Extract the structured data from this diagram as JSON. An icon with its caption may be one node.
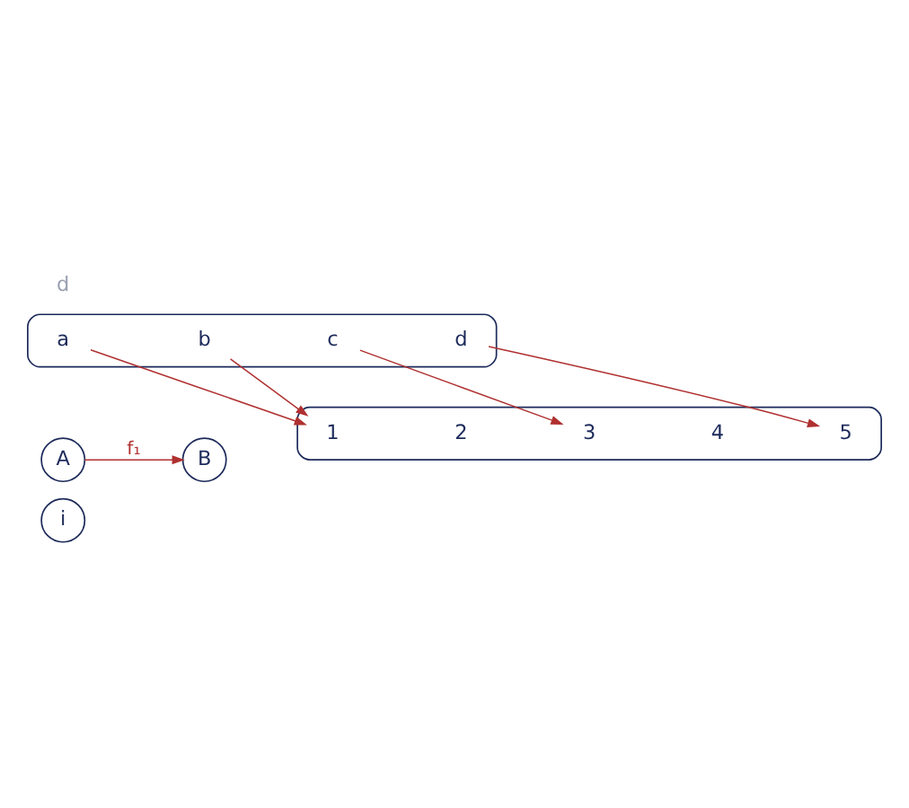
{
  "diagram": {
    "nodes": [
      {
        "text": [
          "i"
        ]
      },
      {
        "text": [
          "A"
        ]
      },
      {
        "text": [
          "B"
        ]
      },
      {
        "text": [],
        "shape": "ellipse"
      },
      {
        "text": [
          "a"
        ],
        "in": 3
      },
      {
        "text": [
          "b"
        ],
        "in": 3
      },
      {
        "text": [
          "c"
        ],
        "in": 3
      },
      {
        "text": [
          "d"
        ],
        "in": 3
      },
      {
        "text": [],
        "shape": "ellipse"
      },
      {
        "text": [
          "1"
        ],
        "in": 8
      },
      {
        "text": [
          "2"
        ],
        "in": 8
      },
      {
        "text": [
          "3"
        ],
        "in": 8
      },
      {
        "text": [
          "4"
        ],
        "in": 8
      },
      {
        "text": [
          "5"
        ],
        "in": 8
      }
    ],
    "edges": [
      {
        "from": 1,
        "to": 2,
        "arrow": "to",
        "label": "f₁"
      },
      {
        "from": 4,
        "to": 9,
        "arrow": "to"
      },
      {
        "from": 5,
        "to": 9,
        "arrow": "to"
      },
      {
        "from": 6,
        "to": 11,
        "arrow": "to"
      },
      {
        "from": 7,
        "to": 13,
        "arrow": "to"
      }
    ],
    "labels": [
      "d"
    ]
  }
}
